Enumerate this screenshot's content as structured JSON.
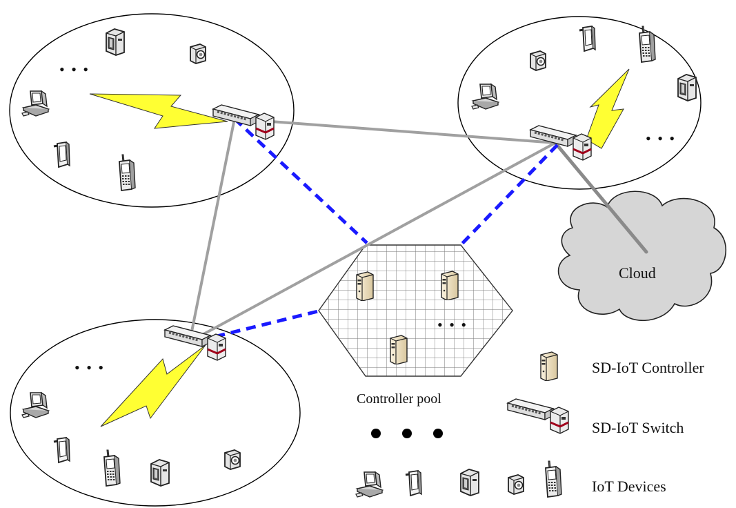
{
  "labels": {
    "cloud": "Cloud",
    "controller_pool": "Controller pool"
  },
  "legend": {
    "controller": "SD-IoT Controller",
    "switch": "SD-IoT Switch",
    "devices": "IoT Devices"
  },
  "ellipsis": "• • •",
  "colors": {
    "lightning": "#ffff33",
    "control_link": "#1a1aff",
    "data_link": "#a0a0a0",
    "cloud_fill": "#d6d6d6",
    "switch_band": "#a0001a"
  }
}
